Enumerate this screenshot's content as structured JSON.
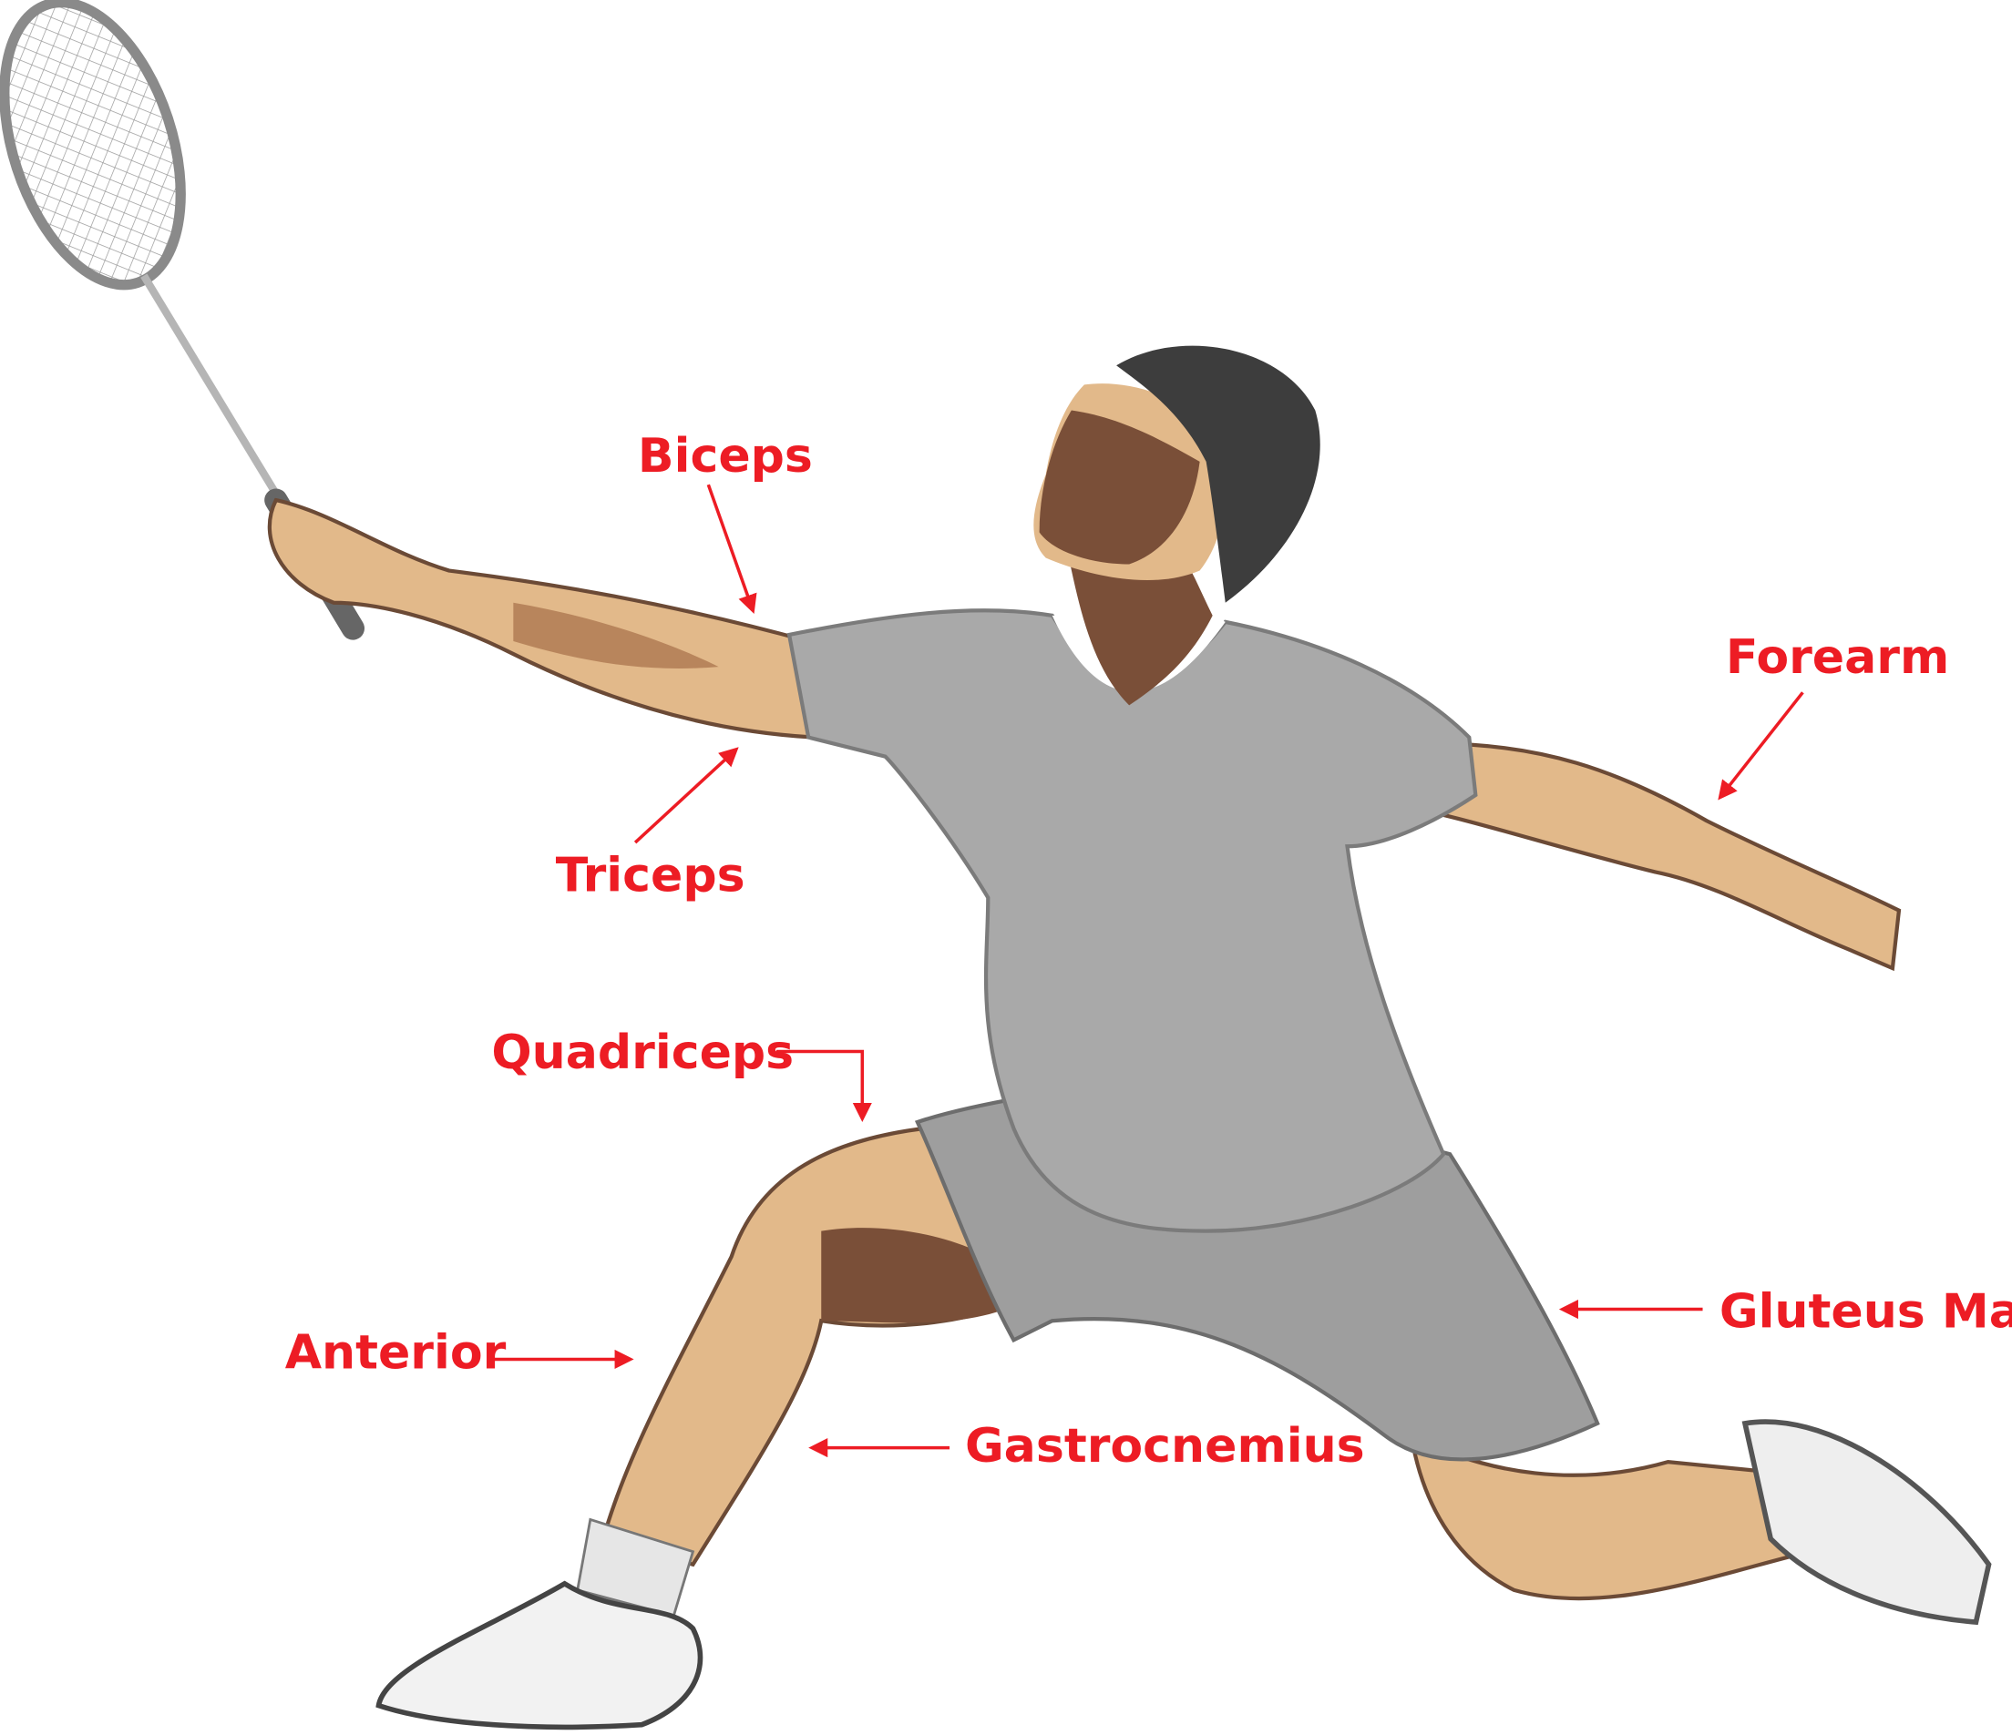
{
  "labels": {
    "biceps": "Biceps",
    "forearm": "Forearm",
    "triceps": "Triceps",
    "quadriceps": "Quadriceps",
    "gluteus_max": "Gluteus Max",
    "anterior": "Anterior",
    "gastrocnemius": "Gastrocnemius"
  },
  "colors": {
    "label": "#ed1c24",
    "skin": "#e2b98a",
    "skin_shadow": "#7a4f38",
    "shirt": "#a9a9a9",
    "hair": "#3d3d3d"
  },
  "icons": {
    "player": "badminton-player-illustration",
    "racket": "badminton-racket"
  }
}
